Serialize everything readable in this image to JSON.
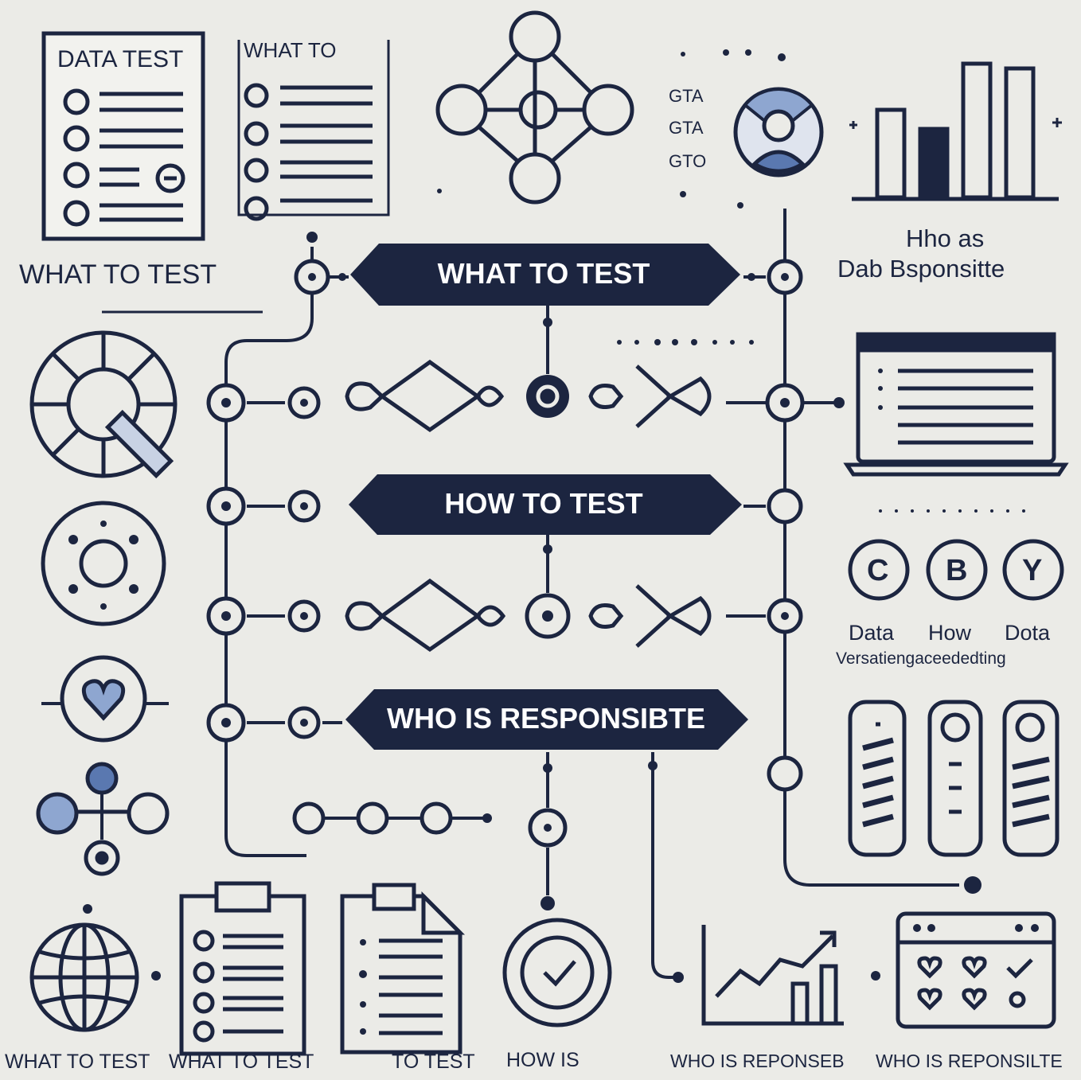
{
  "colors": {
    "ink": "#1c2540",
    "accent": "#5a78b0",
    "accent_light": "#8ea6d0",
    "background": "#ebebe7",
    "banner_text": "#ffffff"
  },
  "top": {
    "doc_title": "DATA TEST",
    "doc_caption": "WHAT TO TEST",
    "list_title": "WHAT TO",
    "side_codes": [
      "GTA",
      "GTA",
      "GTO"
    ],
    "right_caption_line1": "Hho as",
    "right_caption_line2": "Dab Bsponsitte"
  },
  "banners": {
    "what": "WHAT TO TEST",
    "how": "HOW TO TEST",
    "who": "WHO IS RESPONSIBTE"
  },
  "right_panel": {
    "badges": [
      "C",
      "B",
      "Y"
    ],
    "badge_labels": [
      "Data",
      "How",
      "Dota"
    ],
    "badge_subtitle": "Versatiengaceededting"
  },
  "bottom_labels": [
    "WHAT TO TEST",
    "WHAT TO TEST",
    "TO TEST",
    "HOW IS",
    "WHO IS REPONSEB",
    "WHO IS REPONSILTE"
  ],
  "icons": [
    "checklist-icon",
    "network-icon",
    "user-icon",
    "bar-chart-icon",
    "magnifier-icon",
    "target-icon",
    "heart-icon",
    "laptop-icon",
    "globe-icon",
    "clipboard-icon",
    "checkmark-icon",
    "line-chart-icon",
    "calendar-icon"
  ]
}
